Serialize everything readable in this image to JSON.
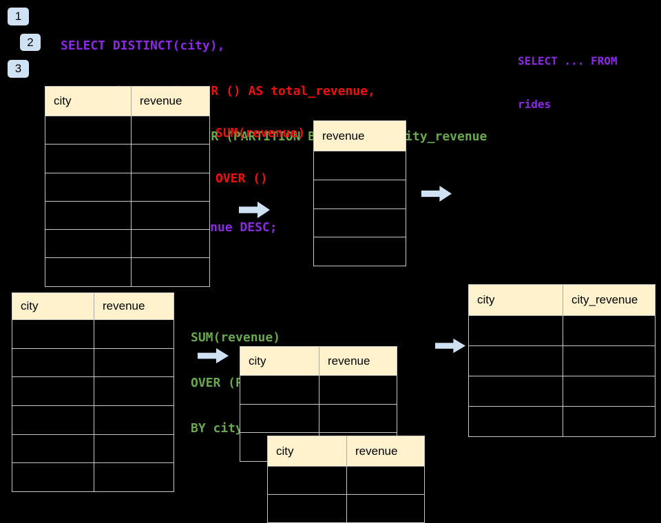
{
  "palette": {
    "background": "#000000",
    "sql_purple": "#8A2BE2",
    "sql_red": "#ED1111",
    "sql_green": "#6AA84F",
    "table_header_bg": "#FFF2CC",
    "table_border": "#C8C8C8",
    "accent_blue": "#CFE2F3"
  },
  "badges": {
    "step1": "1",
    "step2": "2",
    "step3": "3"
  },
  "sql": {
    "line1": "SELECT DISTINCT(city),",
    "line2": "SUM(revenue) OVER () AS total_revenue,",
    "line3": "SUM(revenue) OVER (PARTITION BY city) as city_revenue",
    "line4": "FROM rides",
    "line5": "ORDER by city_revenue DESC;"
  },
  "side_code": {
    "line1": "SELECT ... FROM",
    "line2": "rides"
  },
  "annotations": {
    "total": {
      "line1": "SUM(revenue)",
      "line2": "OVER ()"
    },
    "partition": {
      "line1": "SUM(revenue)",
      "line2": "OVER (PARTITION",
      "line3": "BY city)"
    }
  },
  "tables": {
    "source_top": {
      "columns": [
        "city",
        "revenue"
      ],
      "body_rows": 6,
      "cell_values": []
    },
    "total_result": {
      "columns": [
        "revenue"
      ],
      "body_rows": 4,
      "cell_values": []
    },
    "source_bottom": {
      "columns": [
        "city",
        "revenue"
      ],
      "body_rows": 6,
      "cell_values": []
    },
    "partition_a": {
      "columns": [
        "city",
        "revenue"
      ],
      "body_rows": 3,
      "cell_values": []
    },
    "partition_b": {
      "columns": [
        "city",
        "revenue"
      ],
      "body_rows": 2,
      "cell_values": []
    },
    "city_revenue_result": {
      "columns": [
        "city",
        "city_revenue"
      ],
      "body_rows": 4,
      "cell_values": []
    }
  }
}
